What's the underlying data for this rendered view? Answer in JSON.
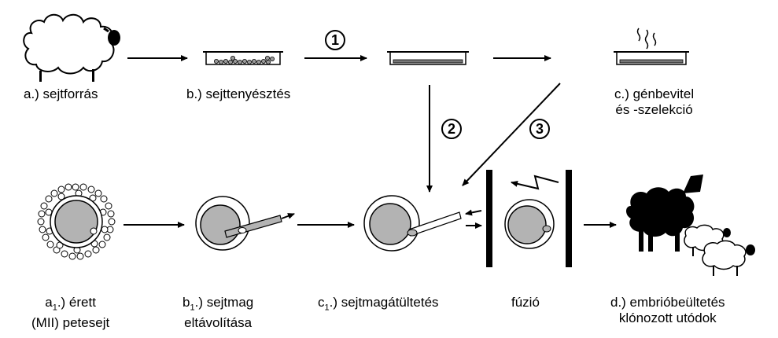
{
  "labels": {
    "a": "a.) sejtforrás",
    "b": "b.) sejttenyésztés",
    "c_line1": "c.) génbevitel",
    "c_line2": "és -szelekció",
    "a1_prefix": "a",
    "a1_sub": "1",
    "a1_line1_rest": ".) érett",
    "a1_line2": "(MII) petesejt",
    "b1_prefix": "b",
    "b1_sub": "1",
    "b1_line1_rest": ".) sejtmag",
    "b1_line2": "eltávolítása",
    "c1_prefix": "c",
    "c1_sub": "1",
    "c1_rest": ".) sejtmagátültetés",
    "fuzio": "fúzió",
    "d_line1": "d.) embrióbeültetés",
    "d_line2": "klónozott utódok"
  },
  "route_numbers": {
    "one": "1",
    "two": "2",
    "three": "3"
  },
  "colors": {
    "ink": "#000000",
    "cell_fill": "#b3b3b3",
    "paper": "#ffffff"
  }
}
